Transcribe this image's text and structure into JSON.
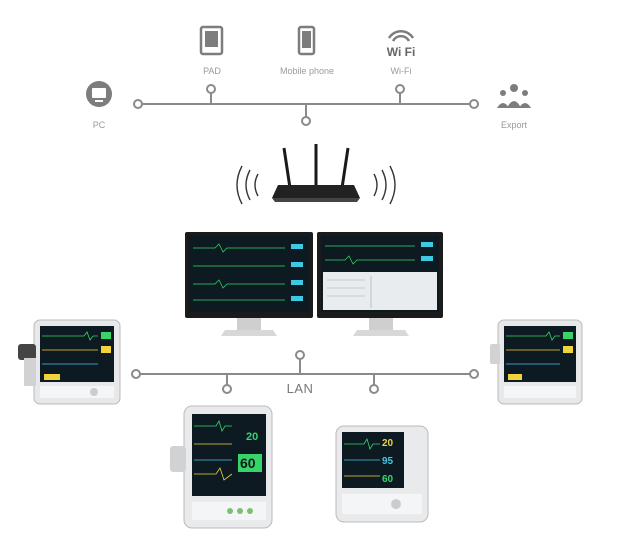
{
  "top_network": {
    "nodes": [
      {
        "id": "pc",
        "label": "PC",
        "icon": "monitor-icon"
      },
      {
        "id": "pad",
        "label": "PAD",
        "icon": "tablet-icon"
      },
      {
        "id": "mobile",
        "label": "Mobile phone",
        "icon": "phone-icon"
      },
      {
        "id": "wifi",
        "label": "Wi-Fi",
        "icon": "wifi-icon",
        "icon_text": "Wi Fi"
      },
      {
        "id": "export",
        "label": "Export",
        "icon": "people-icon"
      }
    ]
  },
  "router": {
    "icon": "wireless-router-icon"
  },
  "central_station": {
    "icon": "dual-monitor-workstation-icon"
  },
  "lan": {
    "label": "LAN",
    "devices": [
      {
        "id": "monitor-left",
        "icon": "patient-monitor-icon"
      },
      {
        "id": "monitor-right",
        "icon": "patient-monitor-icon"
      },
      {
        "id": "monitor-bottom-left",
        "icon": "patient-monitor-icon",
        "readout": [
          "20",
          "60"
        ]
      },
      {
        "id": "monitor-bottom-right",
        "icon": "patient-monitor-icon",
        "readout": [
          "20",
          "95",
          "60"
        ]
      }
    ]
  },
  "colors": {
    "line": "#8a8a8a",
    "icon": "#7d7d7d",
    "screen": "#14202b",
    "trace_green": "#37d46a",
    "trace_yellow": "#f2d33b",
    "trace_cyan": "#3fc7e6"
  }
}
